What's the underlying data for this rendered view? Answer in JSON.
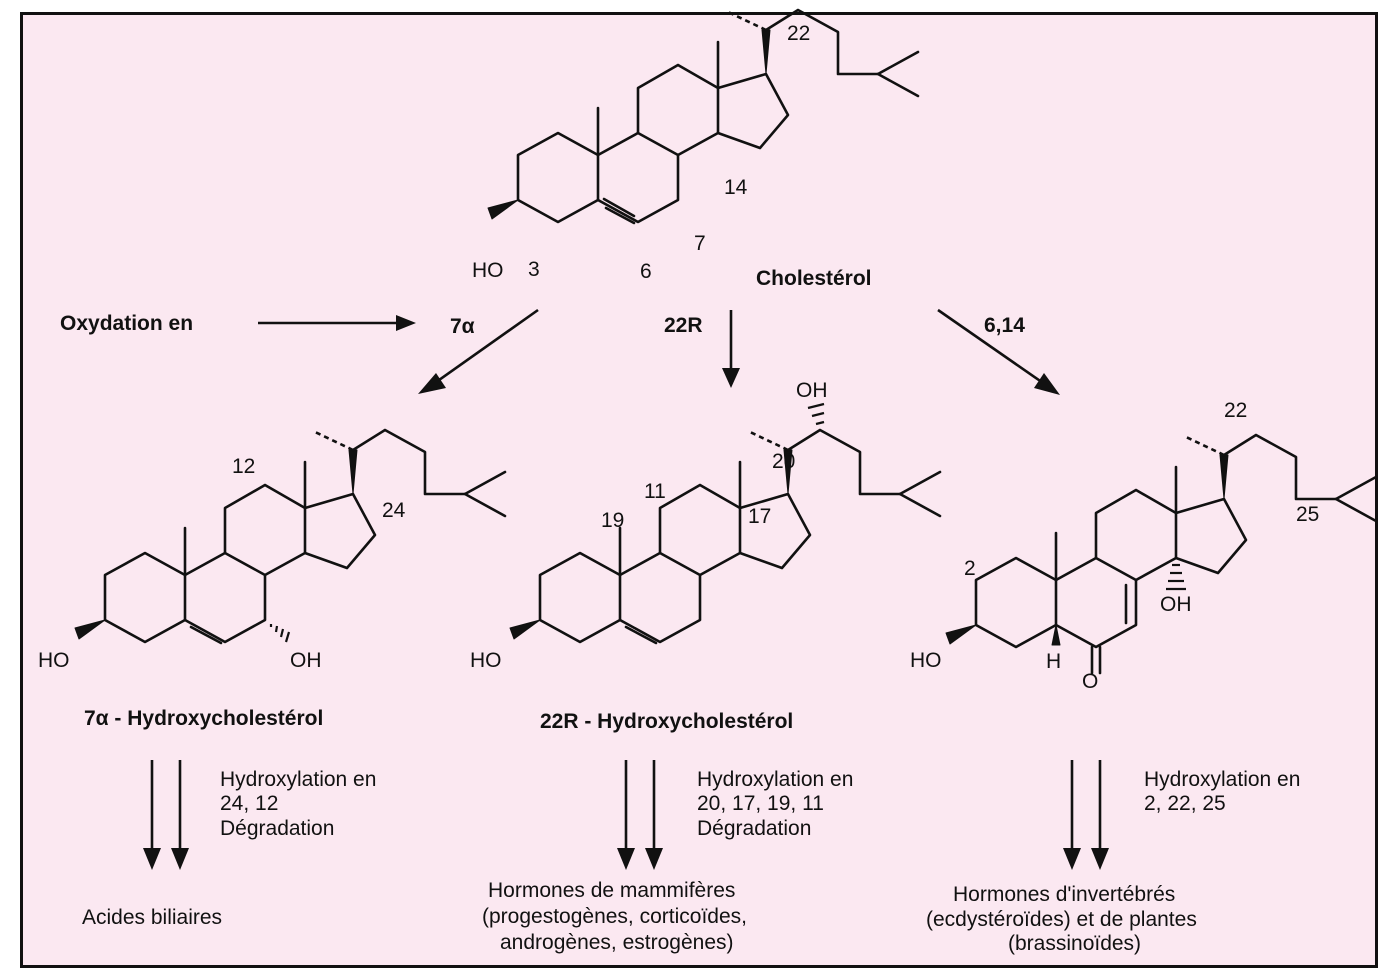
{
  "cholesterol": {
    "name": "Cholestérol",
    "ho": "HO",
    "n3": "3",
    "n6": "6",
    "n7": "7",
    "n14": "14",
    "n22": "22"
  },
  "oxidation": {
    "label": "Oxydation en",
    "path_7a": "7α",
    "path_22r": "22R",
    "path_614": "6,14"
  },
  "hydroxy7a": {
    "name": "7α - Hydroxycholestérol",
    "ho": "HO",
    "oh": "OH",
    "n12": "12",
    "n24": "24",
    "step_line1": "Hydroxylation en",
    "step_line2": "24, 12",
    "step_line3": "Dégradation",
    "product": "Acides biliaires"
  },
  "hydroxy22r": {
    "name": "22R - Hydroxycholestérol",
    "ho": "HO",
    "oh": "OH",
    "n11": "11",
    "n19": "19",
    "n17": "17",
    "n20": "20",
    "step_line1": "Hydroxylation en",
    "step_line2": "20, 17, 19, 11",
    "step_line3": "Dégradation",
    "product_line1": "Hormones de mammifères",
    "product_line2": "(progestogènes, corticoïdes,",
    "product_line3": "androgènes, estrogènes)"
  },
  "ecdysone_precursor": {
    "ho": "HO",
    "oh": "OH",
    "h": "H",
    "o": "O",
    "n2": "2",
    "n22": "22",
    "n25": "25",
    "step_line1": "Hydroxylation en",
    "step_line2": "2, 22, 25",
    "product_line1": "Hormones d'invertébrés",
    "product_line2": "(ecdystéroïdes) et de plantes",
    "product_line3": "(brassinoïdes)"
  },
  "colors": {
    "background": "#fbe8f1",
    "ink": "#111111"
  }
}
